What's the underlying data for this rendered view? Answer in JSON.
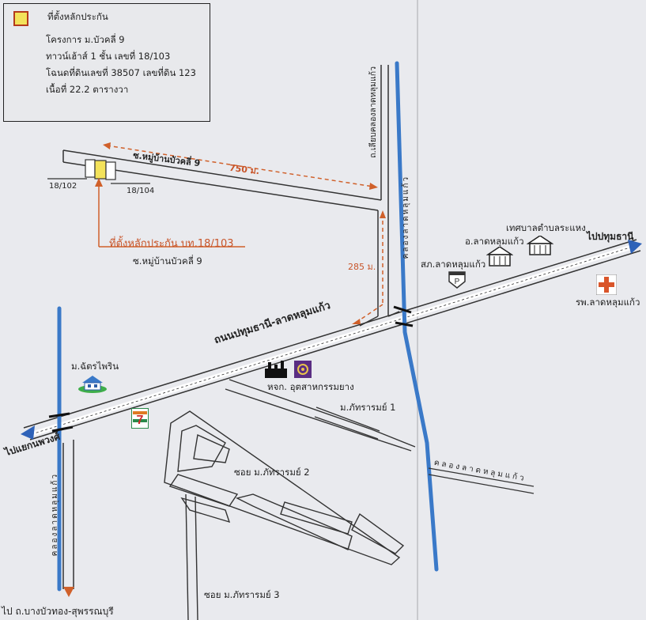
{
  "legend": {
    "title": "ที่ตั้งหลักประกัน",
    "line1": "โครงการ  ม.บัวคลี่ 9",
    "line2": "ทาวน์เฮ้าส์ 1 ชั้น เลขที่ 18/103",
    "line3": "โฉนดที่ดินเลขที่ 38507 เลขที่ดิน 123",
    "line4": "เนื้อที่ 22.2 ตารางวา"
  },
  "labels": {
    "soi_top": "ซ.หมู่บ้านบัวคลี่ 9",
    "dist_750": "750 ม.",
    "lot_left": "18/102",
    "lot_right": "18/104",
    "site_label": "ที่ตั้งหลักประกัน บท.18/103",
    "soi_bottom": "ซ.หมู่บ้านบัวคลี่ 9",
    "dist_285": "285 ม.",
    "road_side": "ถ.เลียบคลองลาดหลุมแก้ว",
    "canal_vertical": "คลองลาดหลุมแก้ว",
    "to_pathum": "ไปปทุมธานี",
    "tessaban": "เทศบาลตำบลระแหง",
    "district_office": "อ.ลาดหลุมแก้ว",
    "police": "สภ.ลาดหลุมแก้ว",
    "hospital": "รพ.ลาดหลุมแก้ว",
    "main_road": "ถนนปทุมธานี-ลาดหลุมแก้ว",
    "moo_chatpirin": "ม.ฉัตรไพริน",
    "factory": "หจก. อุตสาหกรรมยาง",
    "moo_phattharam1": "ม.ภัทรารมย์ 1",
    "soi_phattharam2": "ซอย ม.ภัทรารมย์ 2",
    "soi_phattharam3": "ซอย ม.ภัทรารมย์ 3",
    "canal_lower": "คลองลาดหลุมแก้ว",
    "canal_left": "คลองลาดหลุมแก้ว",
    "to_khaen": "ไปแยกนพวงศ์",
    "to_bangbuathong": "ไป ถ.บางบัวทอง-สุพรรณบุรี",
    "parking_letter": "P",
    "seven_eleven": "7"
  },
  "colors": {
    "canal": "#3a79c8",
    "road_outline": "#333333",
    "distance_line": "#d0602a",
    "site_marker": "#f3e25a",
    "hospital": "#d9552a",
    "bank_badge": "#5a2d82"
  },
  "icons": [
    "house-icon",
    "seven-eleven-icon",
    "factory-icon",
    "bank-icon",
    "police-icon",
    "government-building-icon",
    "hospital-icon"
  ]
}
